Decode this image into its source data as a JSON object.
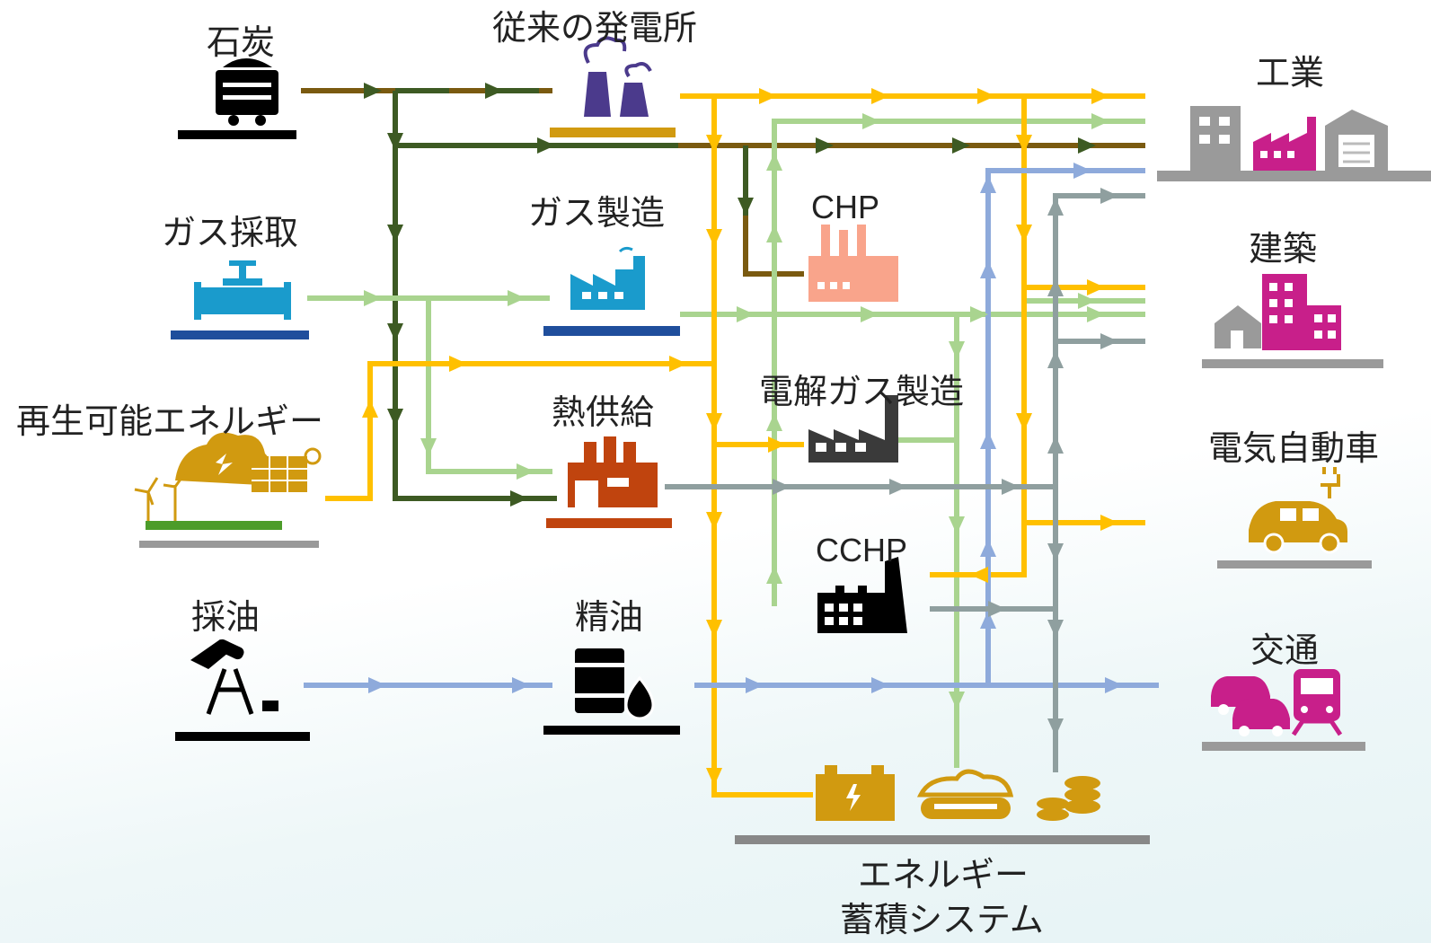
{
  "colors": {
    "coal": "#3d5a23",
    "coal_brown": "#7a5a10",
    "gas": "#a9d48f",
    "electricity": "#ffc000",
    "oil": "#8eaadb",
    "heat": "#8f9f9f",
    "coal_icon": "#000000",
    "power_plant": "#4b3a8c",
    "gas_plant": "#1a9bcc",
    "chp": "#f9a48b",
    "heat_supply": "#c0440e",
    "renewable": "#d19a10",
    "industry": "#c81f8a",
    "ev": "#d19a10",
    "storage": "#d19a10",
    "baseline_gray": "#999999"
  },
  "sources": {
    "coal": "石炭",
    "gas_extraction": "ガス採取",
    "renewable": "再生可能エネルギー",
    "oil_extraction": "採油"
  },
  "conversion": {
    "power_plant": "従来の発電所",
    "gas_production": "ガス製造",
    "heat_supply": "熱供給",
    "refinery": "精油",
    "chp": "CHP",
    "electrolysis": "電解ガス製造",
    "cchp": "CCHP"
  },
  "consumers": {
    "industry": "工業",
    "buildings": "建築",
    "ev": "電気自動車",
    "transport": "交通"
  },
  "storage": {
    "line1": "エネルギー",
    "line2": "蓄積システム"
  }
}
